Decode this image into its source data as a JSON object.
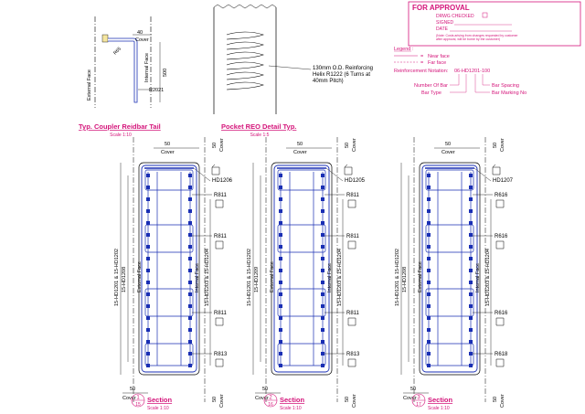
{
  "approval": {
    "title": "FOR APPROVAL",
    "drwg_checked": "DRWG CHECKED",
    "signed": "SIGNED",
    "date": "DATE",
    "note1": "(Note: Costs arising from changes requested by customer",
    "note2": "after approval, will be borne by the customer)"
  },
  "legend": {
    "title": "Legend :",
    "near_face": "Near face",
    "far_face": "Far face",
    "notation_label": "Reinforcement Notation:",
    "notation_value": "06-HD1201-100",
    "number_of_bar": "Number Of Bar",
    "bar_type": "Bar Type",
    "bar_spacing": "Bar Spacing",
    "bar_marking": "Bar Marking No"
  },
  "coupler_detail": {
    "title": "Typ. Coupler Reidbar Tail",
    "scale": "Scale 1:10",
    "dim_40": "40",
    "cover": "Cover",
    "dim_500": "500",
    "bar_label": "R2021",
    "external_face": "External Face",
    "internal_face": "Internal Face",
    "r65": "R65"
  },
  "pocket_detail": {
    "title": "Pocket REO Detail Typ.",
    "scale": "Scale 1:5",
    "note_line1": "130mm O.D. Reinforcing",
    "note_line2": "Helix R1222 (6 Turns at",
    "note_line3": "40mm Pitch)"
  },
  "sections": [
    {
      "num": "1",
      "sheet": "15",
      "title": "Section",
      "scale": "Scale 1:10",
      "top_bar": "HD1206",
      "labels": [
        "R811",
        "R811",
        "R811",
        "R813"
      ],
      "left_outer": "15-HD1201 & 15-HD1202",
      "left_inner": "15-HD1208",
      "right_inner": "15-HD1203 & 15-HD1204",
      "external_face": "External Face",
      "internal_face": "Internal Face",
      "dim_50": "50",
      "cover": "Cover"
    },
    {
      "num": "2",
      "sheet": "16",
      "title": "Section",
      "scale": "Scale 1:10",
      "top_bar": "HD1205",
      "labels": [
        "R811",
        "R811",
        "R811",
        "R813"
      ],
      "left_outer": "15-HD1201 & 15-HD1202",
      "left_inner": "15-HD1209",
      "right_inner": "15-HD1203 & 15-HD1204",
      "external_face": "External Face",
      "internal_face": "Internal Face",
      "dim_50": "50",
      "cover": "Cover"
    },
    {
      "num": "3",
      "sheet": "17",
      "title": "Section",
      "scale": "Scale 1:10",
      "top_bar": "HD1207",
      "labels": [
        "R616",
        "R616",
        "R616",
        "R618"
      ],
      "left_outer": "15-HD1201 & 15-HD1202",
      "left_inner": "15-HD1208",
      "right_inner": "15-HD1203 & 15-HD1204",
      "external_face": "External Face",
      "internal_face": "Internal Face",
      "dim_50": "50",
      "cover": "Cover"
    }
  ],
  "colors": {
    "accent": "#d4147a",
    "rebar": "#1a2fb4",
    "line": "#000000"
  }
}
